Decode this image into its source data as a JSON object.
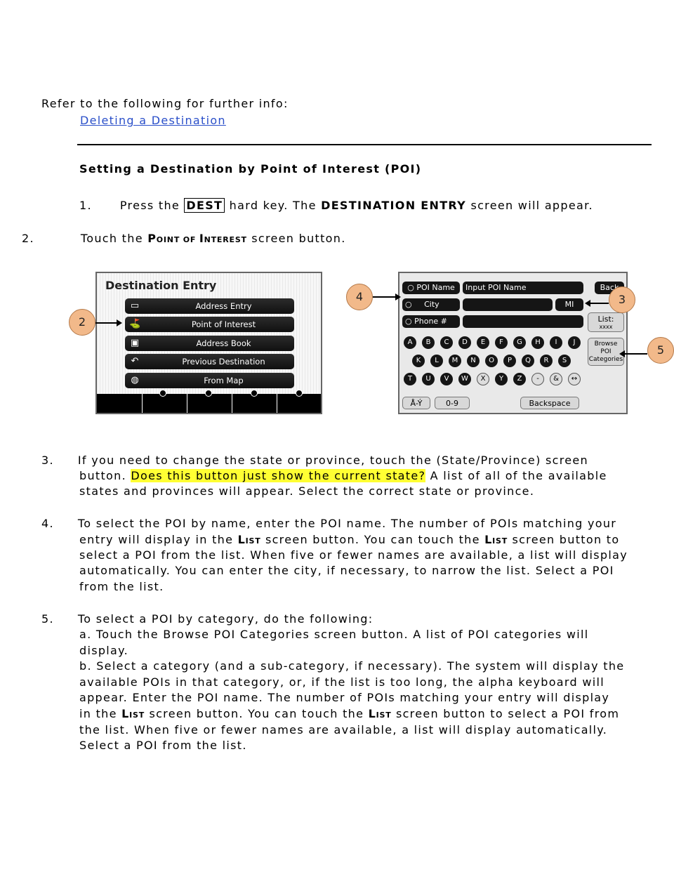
{
  "refer": {
    "intro": "Refer to the following for further info:",
    "link": "Deleting a Destination"
  },
  "section": {
    "title": "Setting a Destination by Point of Interest (POI)"
  },
  "steps": {
    "s1_num": "1.",
    "s1_a": "Press the",
    "s1_key": "DEST",
    "s1_b": "hard key.  The",
    "s1_bold": "DESTINATION ENTRY",
    "s1_c": "screen will appear.",
    "s2_num": "2.",
    "s2_a": "Touch the",
    "s2_sc_P": "P",
    "s2_sc_oint_of": "OINT OF",
    "s2_sc_I": "I",
    "s2_sc_nterest": "NTEREST",
    "s2_b": "screen button.",
    "s3_num": "3.",
    "s3_l1": "If you need to change the state or province, touch the (State/Province) screen",
    "s3_l2a": "button.",
    "s3_highlight": "Does this button just show the current state?",
    "s3_l2b": "A list of all of the available",
    "s3_l3": "states and provinces will appear.  Select the correct state or province.",
    "s4_num": "4.",
    "s4_l1": "To select the POI by name, enter the POI name.  The number of POIs matching your",
    "s4_l2a": "entry will display in the",
    "s4_l2b": "screen button.  You can touch the",
    "s4_l2c": "screen button to",
    "s4_l3": "select a POI from the list. When five or fewer names are available, a list will display",
    "s4_l4": "automatically.  You can enter the city, if necessary, to narrow the list.  Select a POI",
    "s4_l5": "from the list.",
    "sc_L": "L",
    "sc_ist": "IST",
    "s5_num": "5.",
    "s5_l1": "To select a POI by category, do the following:",
    "s5_l2": "a. Touch the Browse POI Categories screen button.  A list of POI categories will",
    "s5_l3": "display.",
    "s5_l4": "b. Select a category (and a sub-category, if necessary).  The system will display the",
    "s5_l5": "available POIs in that category, or, if the list is too long, the alpha keyboard will",
    "s5_l6": "appear.  Enter the POI name.  The number of POIs matching your entry will display",
    "s5_l7a": "in the",
    "s5_l7b": "screen button.  You can touch the",
    "s5_l7c": "screen button to select a POI from",
    "s5_l8": "the list. When five or fewer names are available, a list will display automatically.",
    "s5_l9": "Select a POI from the list."
  },
  "dest_screen": {
    "title": "Destination Entry",
    "buttons": [
      {
        "label": "Address Entry",
        "icon": "address-card-icon",
        "glyph": "▭"
      },
      {
        "label": "Point of Interest",
        "icon": "poi-icon",
        "glyph": "⛳"
      },
      {
        "label": "Address Book",
        "icon": "address-book-icon",
        "glyph": "▣"
      },
      {
        "label": "Previous Destination",
        "icon": "previous-destination-icon",
        "glyph": "↶"
      },
      {
        "label": "From Map",
        "icon": "globe-icon",
        "glyph": "◍"
      }
    ]
  },
  "poi_screen": {
    "poi_name_label": "POI Name",
    "poi_name_input": "Input POI Name",
    "back": "Back",
    "city_label": "City",
    "state": "MI",
    "phone_label": "Phone #",
    "list_label": "List:",
    "list_count": "xxxx",
    "browse_l1": "Browse",
    "browse_l2": "POI",
    "browse_l3": "Categories",
    "row1": [
      "A",
      "B",
      "C",
      "D",
      "E",
      "F",
      "G",
      "H",
      "I",
      "J"
    ],
    "row2": [
      "K",
      "L",
      "M",
      "N",
      "O",
      "P",
      "Q",
      "R",
      "S"
    ],
    "row3": [
      "T",
      "U",
      "V",
      "W",
      "X",
      "Y",
      "Z",
      "-",
      "&",
      "↔"
    ],
    "row3_light": [
      false,
      false,
      false,
      false,
      true,
      false,
      false,
      true,
      true,
      true
    ],
    "accent": "Å-Ý",
    "digits": "0-9",
    "backspace": "Backspace"
  },
  "callouts": {
    "c2": "2",
    "c3": "3",
    "c4": "4",
    "c5": "5"
  },
  "colors": {
    "link": "#2a4fc9",
    "highlight": "#ffff33",
    "callout": "#f2b98a"
  }
}
